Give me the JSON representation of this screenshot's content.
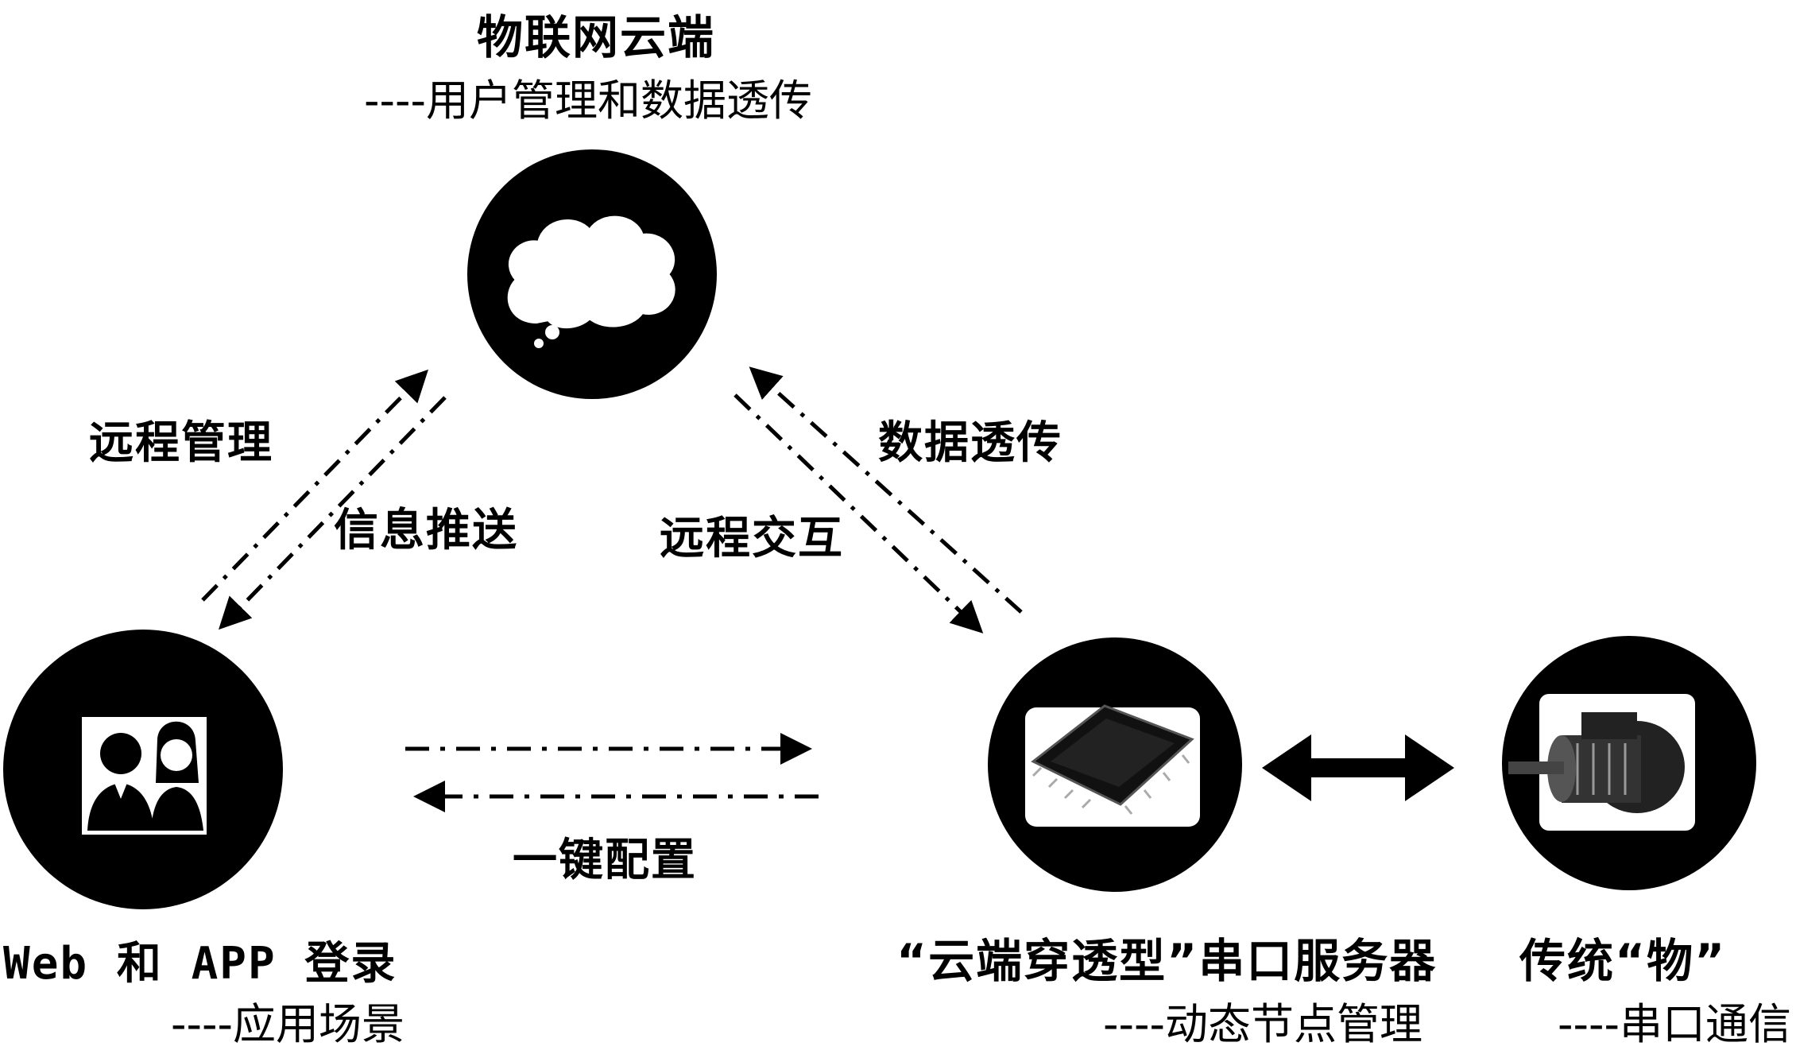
{
  "cloud": {
    "title": "物联网云端",
    "subtitle": "----用户管理和数据透传"
  },
  "app": {
    "title": "Web 和 APP 登录",
    "subtitle": "----应用场景"
  },
  "server": {
    "title": "“云端穿透型”串口服务器",
    "subtitle": "----动态节点管理"
  },
  "thing": {
    "title": "传统“物”",
    "subtitle": "----串口通信"
  },
  "edges": {
    "remote_manage": "远程管理",
    "info_push": "信息推送",
    "data_pass": "数据透传",
    "remote_interact": "远程交互",
    "one_key_config": "一键配置"
  },
  "icons": {
    "cloud": "cloud-icon",
    "users": "users-icon",
    "chip": "chip-icon",
    "motor": "motor-icon"
  },
  "colors": {
    "node_fill": "#000000",
    "background": "#ffffff"
  }
}
